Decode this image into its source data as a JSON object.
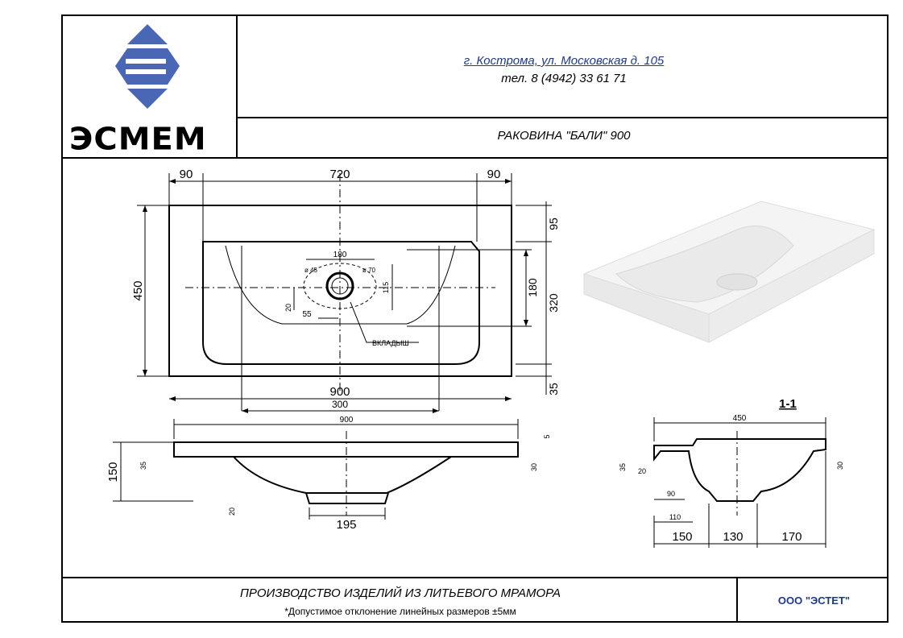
{
  "header": {
    "logo_text": "ЭСМЕМ",
    "address_line1": "г. Кострома, ул. Московская д. 105",
    "address_line2": "тел. 8 (4942) 33 61 71",
    "product_title": "РАКОВИНА \"БАЛИ\" 900"
  },
  "footer": {
    "production": "ПРОИЗВОДСТВО ИЗДЕЛИЙ ИЗ ЛИТЬЕВОГО МРАМОРА",
    "tolerance": "*Допустимое отклонение линейных размеров ±5мм",
    "company": "ООО \"ЭСТЕТ\""
  },
  "top_view": {
    "dim_left": "90",
    "dim_center": "720",
    "dim_right": "90",
    "dim_height": "450",
    "dim_95": "95",
    "dim_180_right": "180",
    "dim_320": "320",
    "dim_35": "35",
    "dim_900": "900",
    "dim_300": "300",
    "inner_180": "180",
    "inner_45": "ø 45",
    "inner_70": "ø 70",
    "inner_115": "115",
    "inner_20": "20",
    "inner_55": "55",
    "insert_label": "ВКЛАДЫШ"
  },
  "side_view": {
    "dim_900": "900",
    "dim_150": "150",
    "dim_35": "35",
    "dim_20": "20",
    "dim_195": "195",
    "dim_5": "5",
    "dim_30": "30"
  },
  "section": {
    "label": "1-1",
    "dim_450": "450",
    "dim_35": "35",
    "dim_20": "20",
    "dim_30": "30",
    "dim_90": "90",
    "dim_110": "110",
    "dim_150": "150",
    "dim_130": "130",
    "dim_170": "170"
  },
  "colors": {
    "logo_blue": "#4a67b5",
    "company_blue": "#1b3a8c"
  }
}
